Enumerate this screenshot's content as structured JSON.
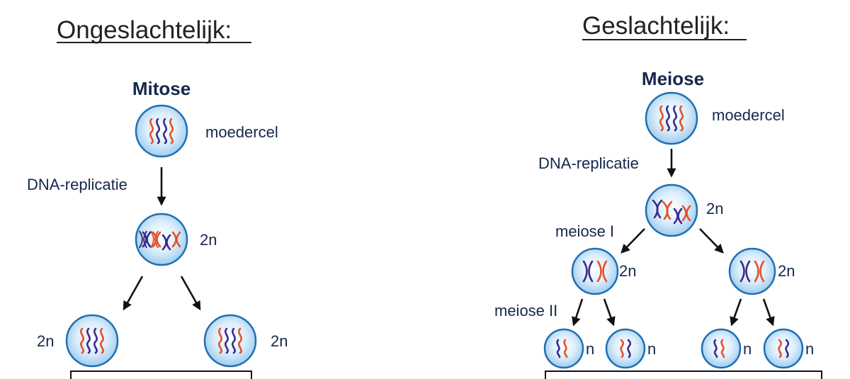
{
  "left": {
    "heading": "Ongeslachtelijk:",
    "title": "Mitose",
    "mother_label": "moedercel",
    "replication_label": "DNA-replicatie",
    "replicated_label": "2n",
    "daughter_left_label": "2n",
    "daughter_right_label": "2n"
  },
  "right": {
    "heading": "Geslachtelijk:",
    "title": "Meiose",
    "mother_label": "moedercel",
    "replication_label": "DNA-replicatie",
    "replicated_label": "2n",
    "meiosis1_label": "meiose I",
    "meiosis2_label": "meiose II",
    "mid_left_label": "2n",
    "mid_right_label": "2n",
    "gamete_labels": [
      "n",
      "n",
      "n",
      "n"
    ]
  },
  "colors": {
    "chromosome_a": "#3c2a8c",
    "chromosome_b": "#e8502a",
    "cell_outline": "#1f6fb2",
    "cell_fill": "#cfe6f8",
    "text": "#15284b"
  }
}
